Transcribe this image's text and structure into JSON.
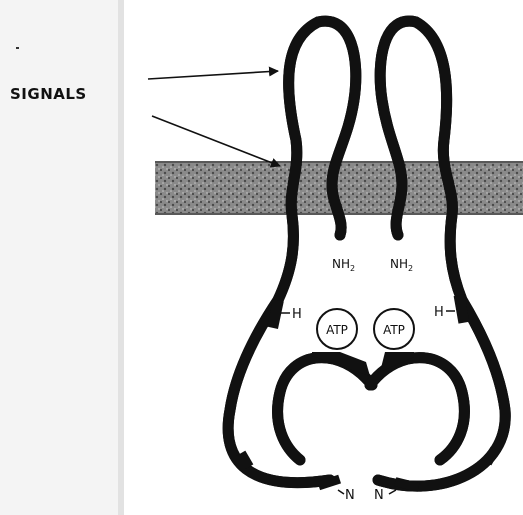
{
  "labels": {
    "signals": "SIGNALS",
    "nh2": "NH",
    "nh2_sub": "2",
    "atp": "ATP",
    "h": "H",
    "n": "N"
  },
  "colors": {
    "ink": "#111111",
    "membrane": "#6b6b6b",
    "page_shade": "#ececec"
  }
}
